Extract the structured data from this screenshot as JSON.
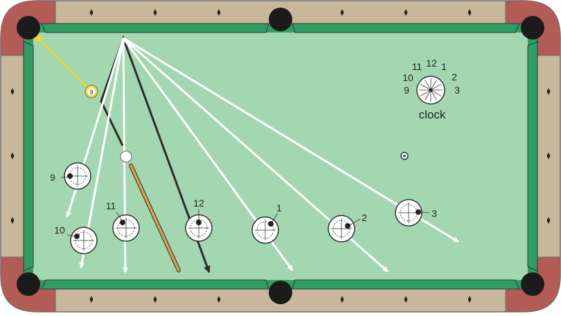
{
  "colors": {
    "felt": "#a3d7b0",
    "cushion": "#2f9e63",
    "rail_wood": "#c8b79a",
    "corner": "#b35c55",
    "pocket": "#1b1b1b",
    "diamond": "#222222",
    "shot_line": "#ffffff",
    "dark_line": "#2b2b2b",
    "yellow_line": "#f2d629",
    "nine_ball": "#f4de3a",
    "cue_stick": "#d3a55a"
  },
  "clock_reference": {
    "label": "clock",
    "numbers": [
      "11",
      "12",
      "1",
      "10",
      "2",
      "9",
      "3"
    ]
  },
  "object_ball": {
    "number": "9"
  },
  "cue_ball_diagrams": [
    {
      "label": "9"
    },
    {
      "label": "10"
    },
    {
      "label": "11"
    },
    {
      "label": "12"
    },
    {
      "label": "1"
    },
    {
      "label": "2"
    },
    {
      "label": "3"
    }
  ]
}
